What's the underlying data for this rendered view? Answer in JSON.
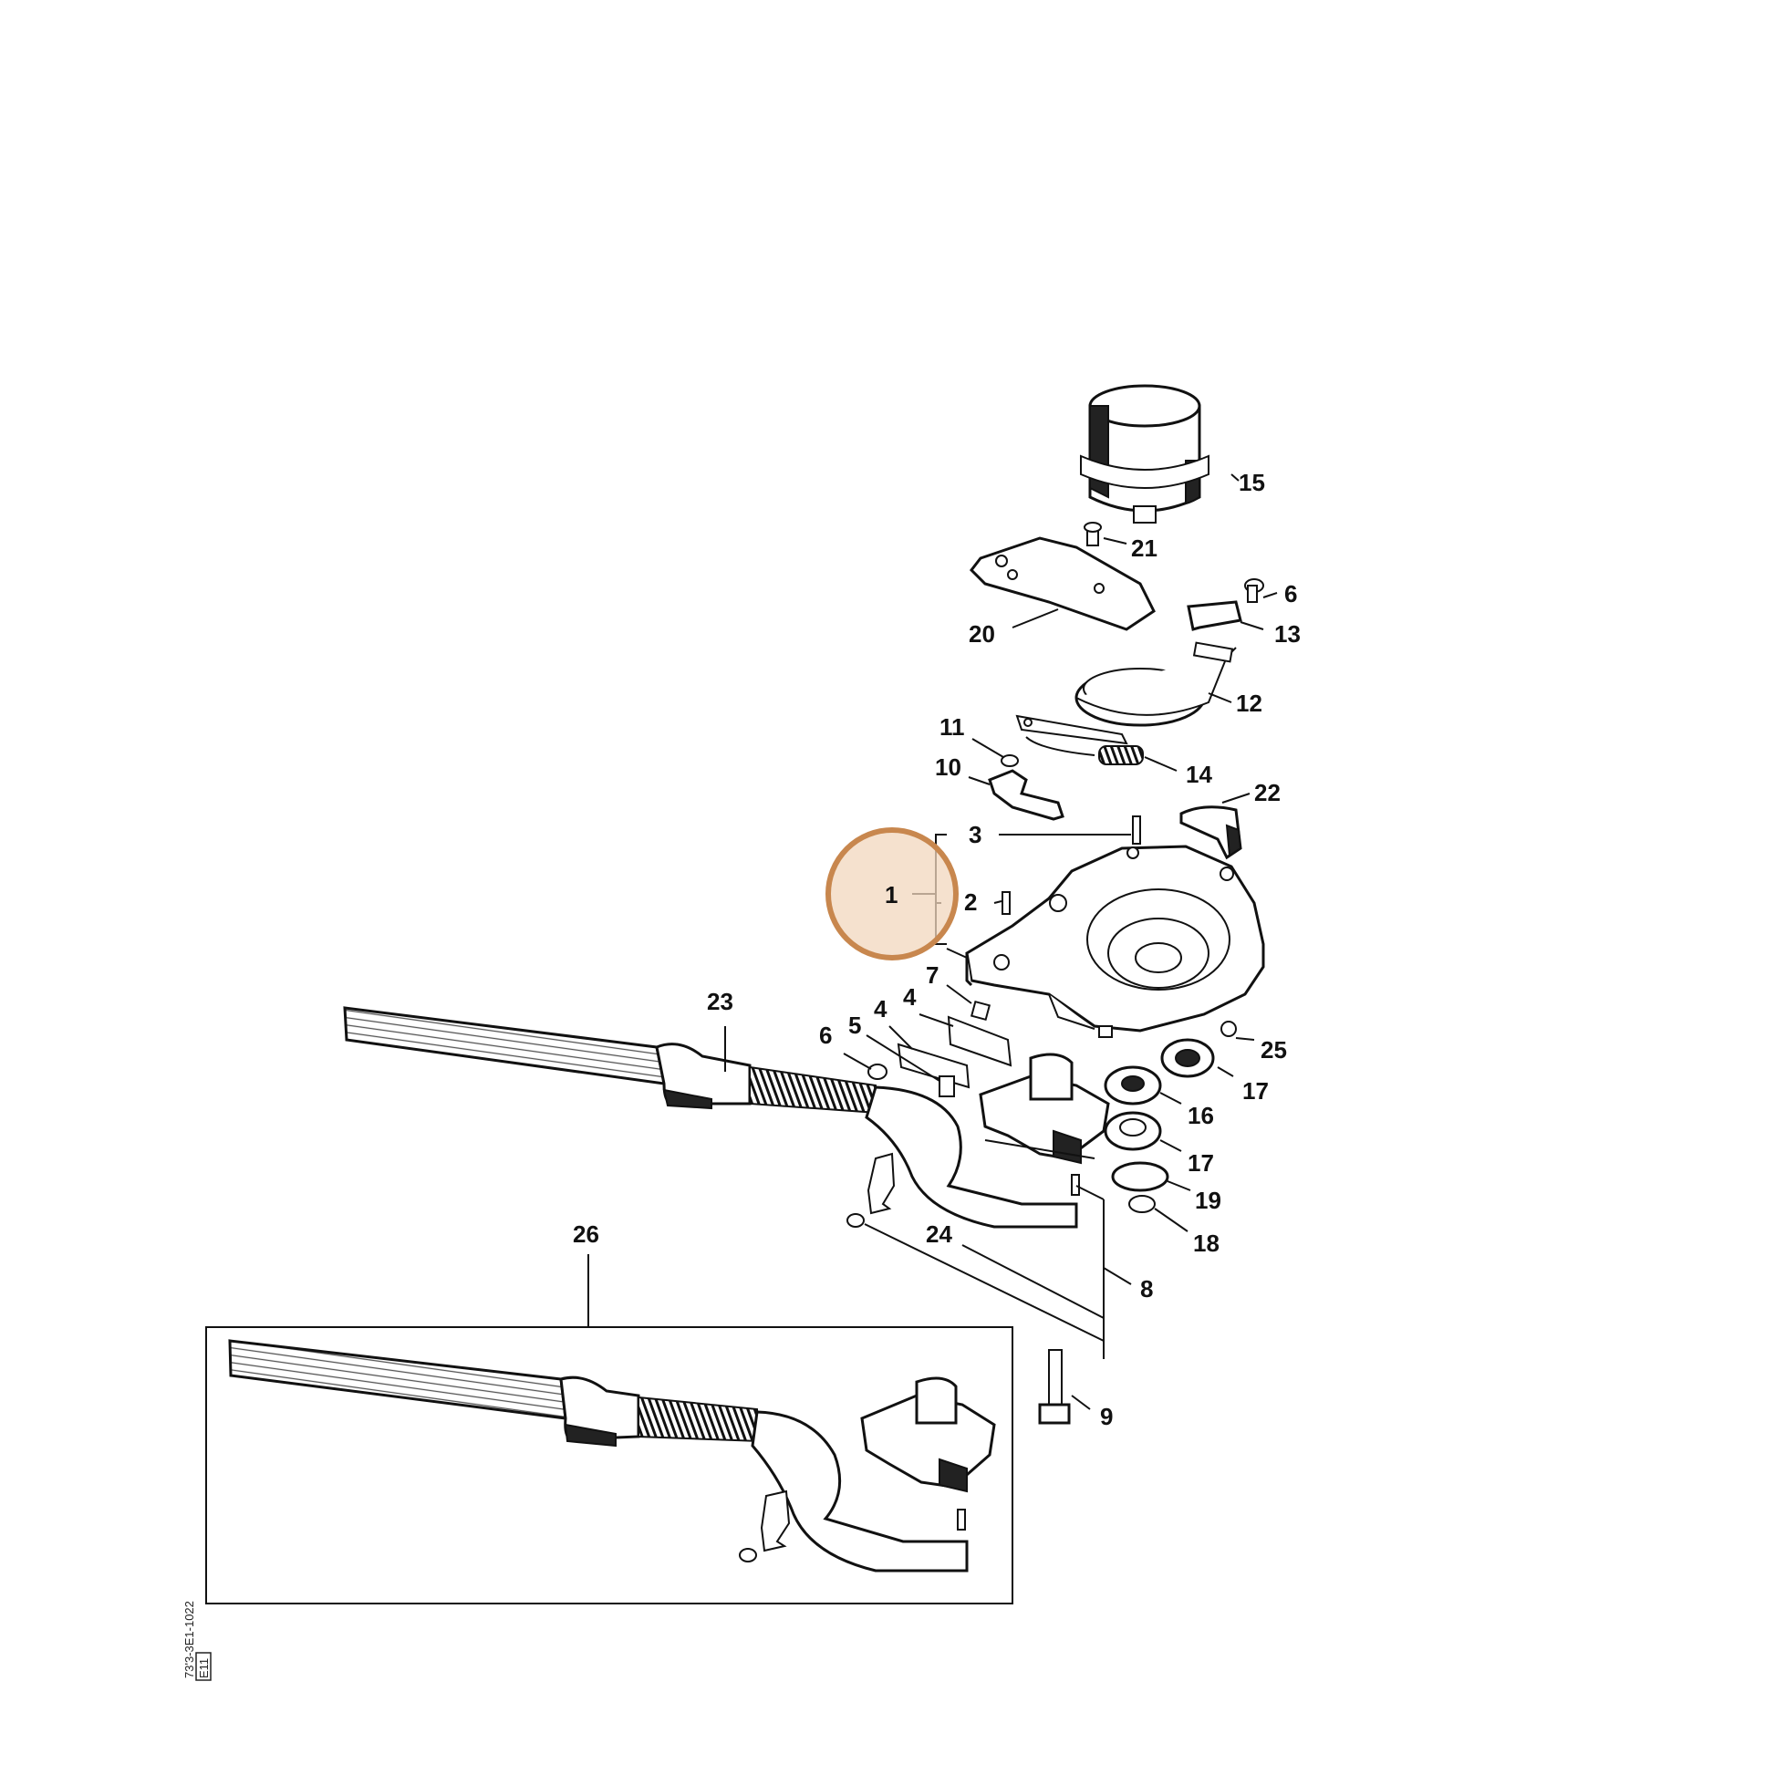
{
  "diagram": {
    "highlight_color": "#c8874e",
    "highlight_fill": "#f1d7be",
    "callouts": [
      {
        "id": "c1",
        "label": "1"
      },
      {
        "id": "c2",
        "label": "2"
      },
      {
        "id": "c3",
        "label": "3"
      },
      {
        "id": "c4a",
        "label": "4"
      },
      {
        "id": "c4b",
        "label": "4"
      },
      {
        "id": "c5",
        "label": "5"
      },
      {
        "id": "c6a",
        "label": "6"
      },
      {
        "id": "c6b",
        "label": "6"
      },
      {
        "id": "c7",
        "label": "7"
      },
      {
        "id": "c8",
        "label": "8"
      },
      {
        "id": "c9",
        "label": "9"
      },
      {
        "id": "c10",
        "label": "10"
      },
      {
        "id": "c11",
        "label": "11"
      },
      {
        "id": "c12",
        "label": "12"
      },
      {
        "id": "c13",
        "label": "13"
      },
      {
        "id": "c14",
        "label": "14"
      },
      {
        "id": "c15",
        "label": "15"
      },
      {
        "id": "c16",
        "label": "16"
      },
      {
        "id": "c17a",
        "label": "17"
      },
      {
        "id": "c17b",
        "label": "17"
      },
      {
        "id": "c18",
        "label": "18"
      },
      {
        "id": "c19",
        "label": "19"
      },
      {
        "id": "c20",
        "label": "20"
      },
      {
        "id": "c21",
        "label": "21"
      },
      {
        "id": "c22",
        "label": "22"
      },
      {
        "id": "c23",
        "label": "23"
      },
      {
        "id": "c24",
        "label": "24"
      },
      {
        "id": "c25",
        "label": "25"
      },
      {
        "id": "c26",
        "label": "26"
      }
    ],
    "drawing_code": "73'3-3E1-1022",
    "drawing_code_sub": "E11"
  }
}
